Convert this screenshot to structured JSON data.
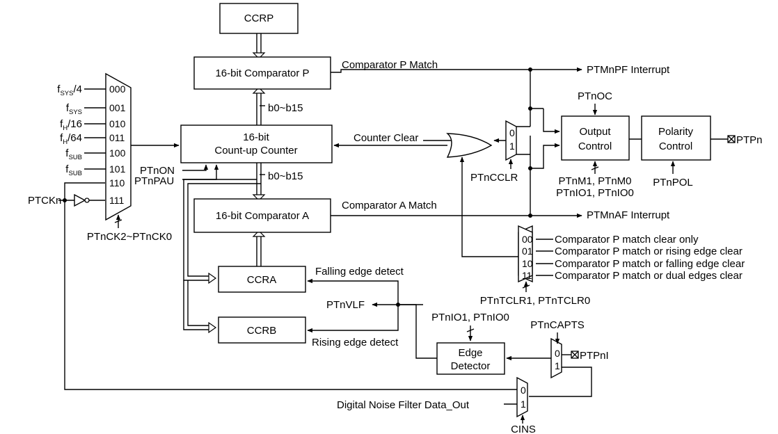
{
  "blocks": {
    "ccrp": "CCRP",
    "comp_p": "16-bit Comparator P",
    "counter_line1": "16-bit",
    "counter_line2": "Count-up Counter",
    "comp_a": "16-bit Comparator A",
    "ccra": "CCRA",
    "ccrb": "CCRB",
    "output_line1": "Output",
    "output_line2": "Control",
    "polarity_line1": "Polarity",
    "polarity_line2": "Control",
    "edge_line1": "Edge",
    "edge_line2": "Detector"
  },
  "signals": {
    "comparator_p_match": "Comparator P Match",
    "ptmnpf_interrupt": "PTMnPF Interrupt",
    "comparator_a_match": "Comparator A Match",
    "ptmnaf_interrupt": "PTMnAF Interrupt",
    "b0_b15_top": "b0~b15",
    "b0_b15_bottom": "b0~b15",
    "counter_clear": "Counter Clear",
    "ptnoc": "PTnOC",
    "ptnpol": "PTnPOL",
    "ptn_output": "PTPn",
    "ptnm_line1": "PTnM1, PTnM0",
    "ptnm_line2": "PTnIO1, PTnIO0",
    "ptncclr": "PTnCCLR",
    "ptnon": "PTnON",
    "ptnpau": "PTnPAU",
    "ptckn": "PTCKn",
    "ptnck": "PTnCK2~PTnCK0",
    "falling_edge": "Falling edge detect",
    "rising_edge": "Rising edge detect",
    "ptnvlf": "PTnVLF",
    "ptnio_edge": "PTnIO1, PTnIO0",
    "ptncapts": "PTnCAPTS",
    "ptnpi": "PTPnI",
    "digital_noise": "Digital Noise Filter Data_Out",
    "cins": "CINS",
    "ptntclr": "PTnTCLR1, PTnTCLR0"
  },
  "clock_inputs": [
    {
      "main": "f",
      "sub": "SYS",
      "suffix": "/4",
      "code": "000"
    },
    {
      "main": "f",
      "sub": "SYS",
      "suffix": "",
      "code": "001"
    },
    {
      "main": "f",
      "sub": "H",
      "suffix": "/16",
      "code": "010"
    },
    {
      "main": "f",
      "sub": "H",
      "suffix": "/64",
      "code": "011"
    },
    {
      "main": "f",
      "sub": "SUB",
      "suffix": "",
      "code": "100"
    },
    {
      "main": "f",
      "sub": "SUB",
      "suffix": "",
      "code": "101"
    },
    {
      "main": "",
      "sub": "",
      "suffix": "",
      "code": "110"
    },
    {
      "main": "",
      "sub": "",
      "suffix": "",
      "code": "111"
    }
  ],
  "clear_options": [
    {
      "code": "00",
      "label": "Comparator P match clear only"
    },
    {
      "code": "01",
      "label": "Comparator P match or rising edge clear"
    },
    {
      "code": "10",
      "label": "Comparator P match or falling edge clear"
    },
    {
      "code": "11",
      "label": "Comparator P match or dual edges clear"
    }
  ],
  "mux_inputs": {
    "zero": "0",
    "one": "1"
  }
}
